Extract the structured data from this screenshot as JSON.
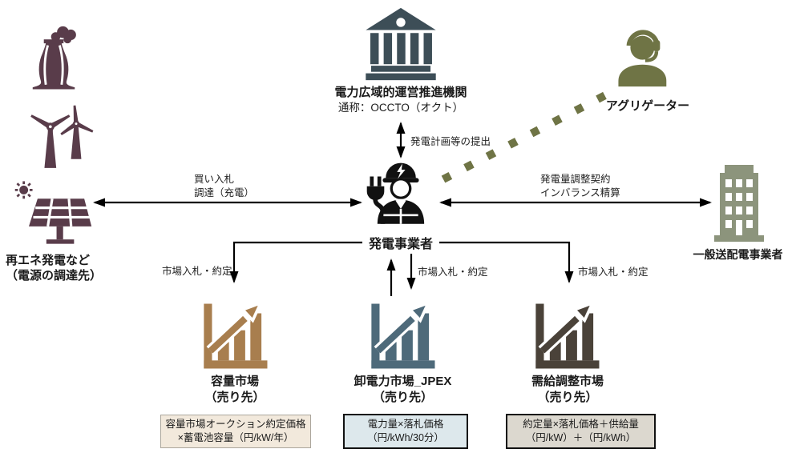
{
  "colors": {
    "occto": "#3d4e57",
    "aggregator": "#6f7445",
    "renewables": "#593c4a",
    "grid_operator": "#8c947c",
    "capacity_market": "#a87e4e",
    "jpex_market": "#4e6a7a",
    "adjustment_market": "#4a4239",
    "worker": "#111111",
    "arrow": "#000000",
    "capacity_box_bg": "#f2e9dc",
    "jpex_box_bg": "#dde8ec",
    "adjustment_box_bg": "#dcd8cf"
  },
  "nodes": {
    "occto": {
      "title": "電力広域的運営推進機関",
      "subtitle": "通称：OCCTO（オクト）"
    },
    "aggregator": {
      "label": "アグリゲーター"
    },
    "renewables": {
      "label_line1": "再エネ発電など",
      "label_line2": "（電源の調達先）"
    },
    "generator": {
      "label": "発電事業者"
    },
    "grid_operator": {
      "label": "一般送配電事業者"
    },
    "capacity_market": {
      "title": "容量市場",
      "subtitle": "（売り先）",
      "box_line1": "容量市場オークション約定価格",
      "box_line2": "×蓄電池容量（円/kW/年）"
    },
    "jpex_market": {
      "title": "卸電力市場_JPEX",
      "subtitle": "（売り先）",
      "box_line1": "電力量×落札価格",
      "box_line2": "（円/kWh/30分）"
    },
    "adjustment_market": {
      "title": "需給調整市場",
      "subtitle": "（売り先）",
      "box_line1": "約定量×落札価格＋供給量",
      "box_line2": "（円/kW）＋（円/kWh）"
    }
  },
  "edges": {
    "occto_generator": {
      "label": "発電計画等の提出"
    },
    "renewables_generator": {
      "label_line1": "買い入札",
      "label_line2": "調達（充電）"
    },
    "grid_generator": {
      "label_line1": "発電量調整契約",
      "label_line2": "インバランス精算"
    },
    "capacity_edge": {
      "label": "市場入札・約定"
    },
    "jpex_edge": {
      "label": "市場入札・約定"
    },
    "adjustment_edge": {
      "label": "市場入札・約定"
    }
  }
}
